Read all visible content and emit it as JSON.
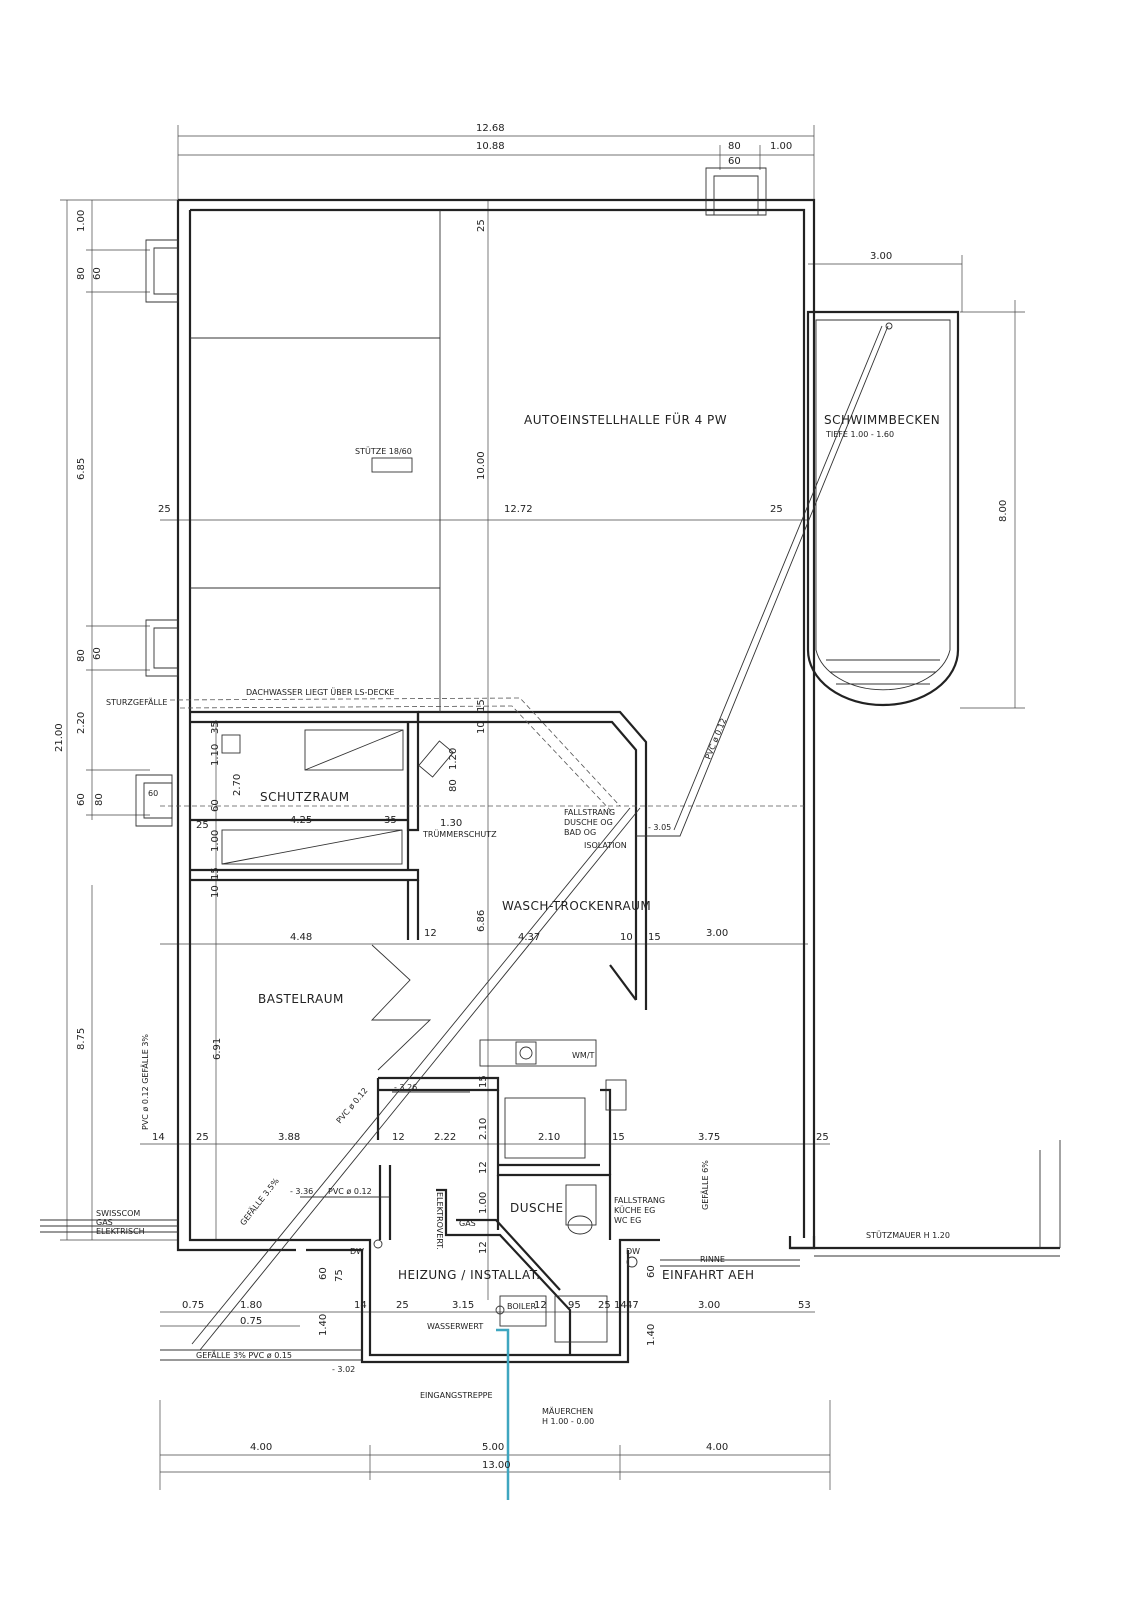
{
  "colors": {
    "line": "#222222",
    "pipe_highlight": "#3ea6c0"
  },
  "rooms": {
    "autoeinstellhalle": "AUTOEINSTELLHALLE FÜR 4 PW",
    "schwimmbecken": "SCHWIMMBECKEN",
    "schwimmbecken_tiefe": "TIEFE 1.00 - 1.60",
    "schutzraum": "SCHUTZRAUM",
    "wasch_trockenraum": "WASCH-TROCKENRAUM",
    "bastelraum": "BASTELRAUM",
    "dusche": "DUSCHE",
    "heizung": "HEIZUNG / INSTALLAT.",
    "einfahrt": "EINFAHRT AEH"
  },
  "notes": {
    "stuetze": "STÜTZE 18/60",
    "dachwasser": "DACHWASSER LIEGT ÜBER LS-DECKE",
    "sturzgefaelle": "STURZGEFÄLLE",
    "truemmerschutz": "TRÜMMERSCHUTZ",
    "fallstrang_og_1": "FALLSTRANG",
    "fallstrang_og_2": "DUSCHE OG",
    "fallstrang_og_3": "BAD OG",
    "isolation": "ISOLATION",
    "pvc_diag": "PVC ø 0.12",
    "pvc_left": "PVC ø 0.12  GEFÄLLE 3%",
    "pvc_mid": "PVC ø 0.12",
    "pvc_low": "PVC ø 0.12",
    "gefaelle_diag": "GEFÄLLE 3.5%",
    "gefaelle_bottom": "GEFÄLLE 3%  PVC ø 0.15",
    "gefaelle_right": "GEFÄLLE 6%",
    "swisscom": "SWISSCOM",
    "gas": "GAS",
    "elektrisch": "ELEKTRISCH",
    "gas_small": "GAS",
    "elektrovert": "ELEKTROVERT.",
    "wm_t": "WM/T",
    "fallstrang_eg_1": "FALLSTRANG",
    "fallstrang_eg_2": "KÜCHE EG",
    "fallstrang_eg_3": "WC EG",
    "stuetzmauer": "STÜTZMAUER H 1.20",
    "rinne": "RINNE",
    "boiler": "BOILER",
    "wasserwert": "WASSERWERT",
    "eingangstreppe": "EINGANGSTREPPE",
    "mauerchen_1": "MÄUERCHEN",
    "mauerchen_2": "H 1.00 - 0.00",
    "lev_305": "- 3.05",
    "lev_326": "- 3.26",
    "lev_336": "- 3.36",
    "lev_302": "- 3.02",
    "dw1": "DW",
    "dw2": "DW",
    "vent_60": "60"
  },
  "dims": {
    "top_total": "12.68",
    "top_inner": "10.88",
    "top_80": "80",
    "top_100": "1.00",
    "top_60": "60",
    "pool_w": "3.00",
    "pool_h": "8.00",
    "left_100": "1.00",
    "left_80a": "80",
    "left_60a": "60",
    "left_685": "6.85",
    "left_2100": "21.00",
    "left_80b": "80",
    "left_60b": "60",
    "left_220": "2.20",
    "left_60c": "60",
    "left_80c": "80",
    "left_875": "8.75",
    "mid_25a": "25",
    "mid_1272": "12.72",
    "mid_25b": "25",
    "v_1000": "10.00",
    "v_25": "25",
    "s_35": "35",
    "s_110": "1.10",
    "s_270": "2.70",
    "s_60": "60",
    "s_25": "25",
    "s_425": "4.25",
    "s_35b": "35",
    "s_130": "1.30",
    "s_100": "1.00",
    "s_15": "15",
    "s_10": "10",
    "s_120": "1.20",
    "s_80": "80",
    "s_15b": "15",
    "s_10b": "10",
    "w_686": "6.86",
    "r_448": "4.48",
    "r_12a": "12",
    "r_437": "4.37",
    "r_10": "10",
    "r_15": "15",
    "r_300a": "3.00",
    "b_691": "6.91",
    "b_14": "14",
    "b_25": "25",
    "b_388": "3.88",
    "b_12": "12",
    "b_222": "2.22",
    "b_210v": "2.10",
    "b_210": "2.10",
    "b_15": "15",
    "b_375": "3.75",
    "b_25r": "25",
    "b_15v": "15",
    "d_12a": "12",
    "d_100": "1.00",
    "d_12b": "12",
    "h_60": "60",
    "h_75": "75",
    "h_140": "1.40",
    "h_075a": "0.75",
    "h_180": "1.80",
    "h_075b": "0.75",
    "h_14": "14",
    "h_25": "25",
    "h_315": "3.15",
    "h_12": "12",
    "h_95": "95",
    "h_25b": "25",
    "h_14b": "14",
    "h_47": "47",
    "h_300": "3.00",
    "h_53": "53",
    "h_60r": "60",
    "h_140r": "1.40",
    "bot_400a": "4.00",
    "bot_500": "5.00",
    "bot_400b": "4.00",
    "bot_1300": "13.00"
  }
}
